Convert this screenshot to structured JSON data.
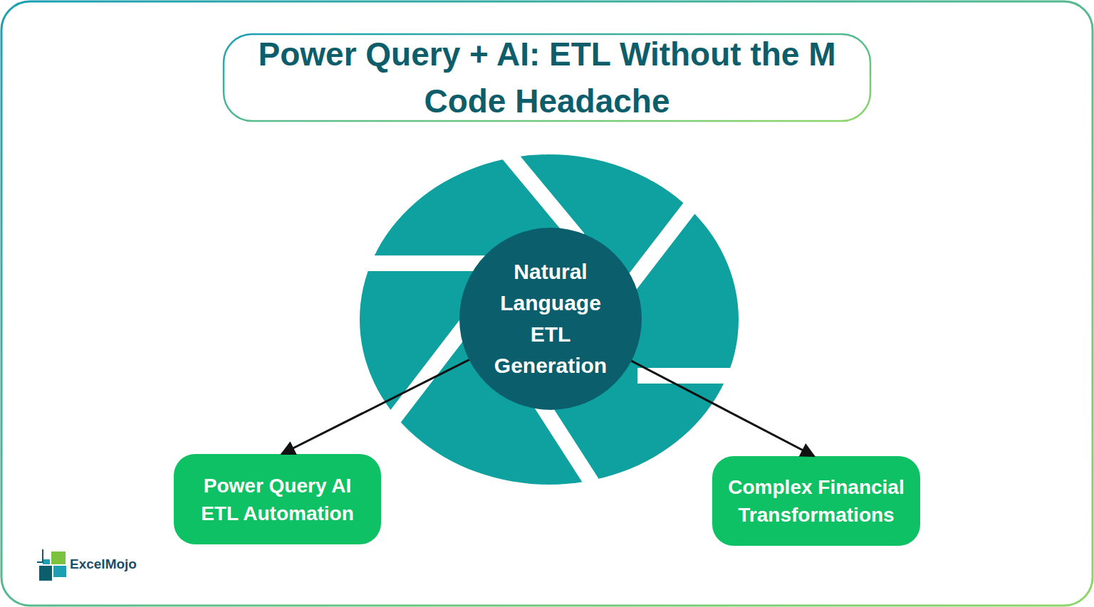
{
  "diagram": {
    "title": "Power Query + AI: ETL Without the M Code Headache",
    "nodes": [
      {
        "text": [
          "Natural Language ETL Generation"
        ]
      },
      {
        "text": [
          "Power Query AI ETL Automation"
        ]
      },
      {
        "text": [
          "Complex Financial Transformations"
        ]
      }
    ],
    "edges": [
      {
        "from": 0,
        "to": 1,
        "arrow": "to"
      },
      {
        "from": 0,
        "to": 2,
        "arrow": "to"
      }
    ],
    "labels": [
      "ExcelMojo"
    ]
  }
}
